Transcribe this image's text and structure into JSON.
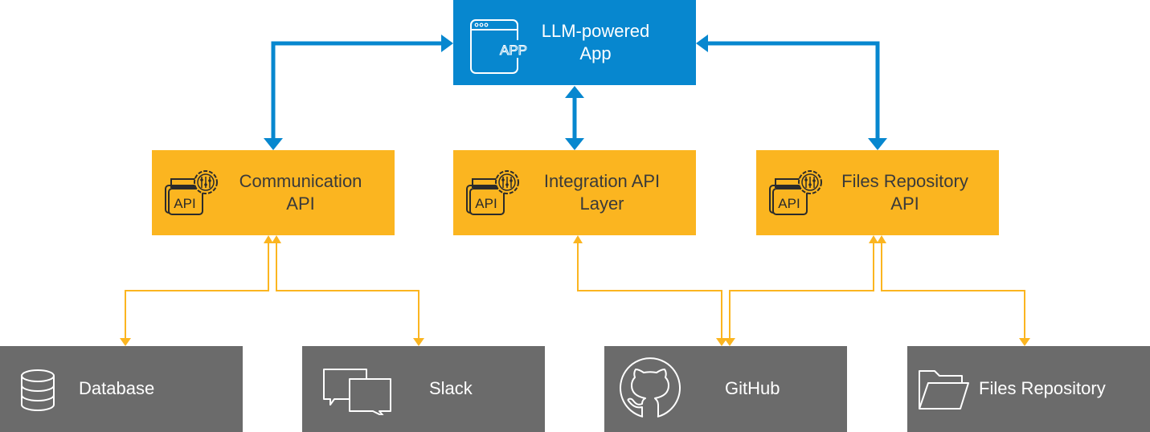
{
  "diagram": {
    "colors": {
      "app": "#0787cf",
      "api": "#fbb520",
      "service": "#6b6b6b",
      "blue_connector": "#0787cf",
      "yellow_connector": "#fbb520"
    },
    "app": {
      "label_line1": "LLM-powered",
      "label_line2": "App",
      "icon": "app-window-icon",
      "icon_text": "APP"
    },
    "api_layers": [
      {
        "label_line1": "Communication",
        "label_line2": "API",
        "icon": "api-settings-icon",
        "icon_text": "API"
      },
      {
        "label_line1": "Integration API",
        "label_line2": "Layer",
        "icon": "api-settings-icon",
        "icon_text": "API"
      },
      {
        "label_line1": "Files Repository",
        "label_line2": "API",
        "icon": "api-settings-icon",
        "icon_text": "API"
      }
    ],
    "services": [
      {
        "label": "Database",
        "icon": "database-icon"
      },
      {
        "label": "Slack",
        "icon": "chat-bubbles-icon"
      },
      {
        "label": "GitHub",
        "icon": "github-icon"
      },
      {
        "label": "Files Repository",
        "icon": "folder-icon"
      }
    ],
    "connections": [
      {
        "from": "LLM-powered App",
        "to": "Communication API",
        "type": "bidirectional"
      },
      {
        "from": "LLM-powered App",
        "to": "Integration API Layer",
        "type": "bidirectional"
      },
      {
        "from": "LLM-powered App",
        "to": "Files Repository API",
        "type": "bidirectional"
      },
      {
        "from": "Communication API",
        "to": "Database",
        "type": "bidirectional"
      },
      {
        "from": "Communication API",
        "to": "Slack",
        "type": "bidirectional"
      },
      {
        "from": "Integration API Layer",
        "to": "GitHub",
        "type": "bidirectional"
      },
      {
        "from": "Files Repository API",
        "to": "GitHub",
        "type": "bidirectional"
      },
      {
        "from": "Files Repository API",
        "to": "Files Repository",
        "type": "bidirectional"
      }
    ]
  }
}
